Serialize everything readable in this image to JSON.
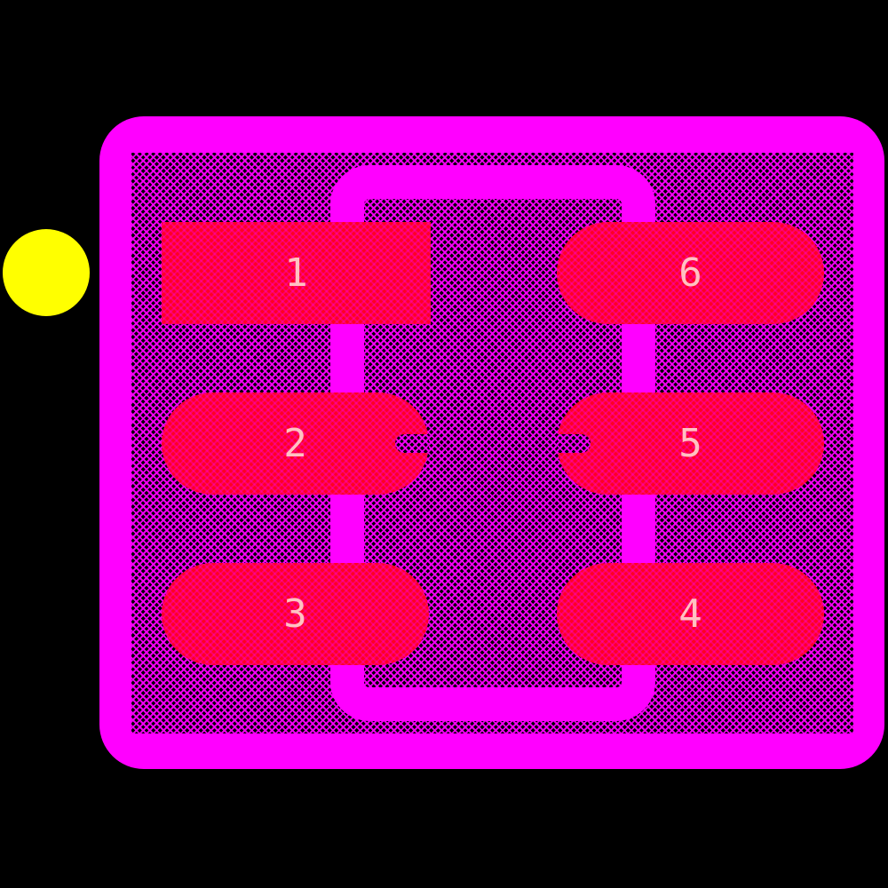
{
  "colors": {
    "background": "#000000",
    "outline_magenta": "#ff00ff",
    "pad_red": "#ff0022",
    "origin_yellow": "#ffff00",
    "pad_number_text": "#ffc2c2"
  },
  "markers": {
    "origin_marker": "pin-1-origin-dot"
  },
  "pads": [
    {
      "number": "1",
      "shape": "rectangle"
    },
    {
      "number": "2",
      "shape": "oblong",
      "notch_side": "right"
    },
    {
      "number": "3",
      "shape": "oblong"
    },
    {
      "number": "4",
      "shape": "oblong"
    },
    {
      "number": "5",
      "shape": "oblong",
      "notch_side": "left"
    },
    {
      "number": "6",
      "shape": "oblong"
    }
  ]
}
